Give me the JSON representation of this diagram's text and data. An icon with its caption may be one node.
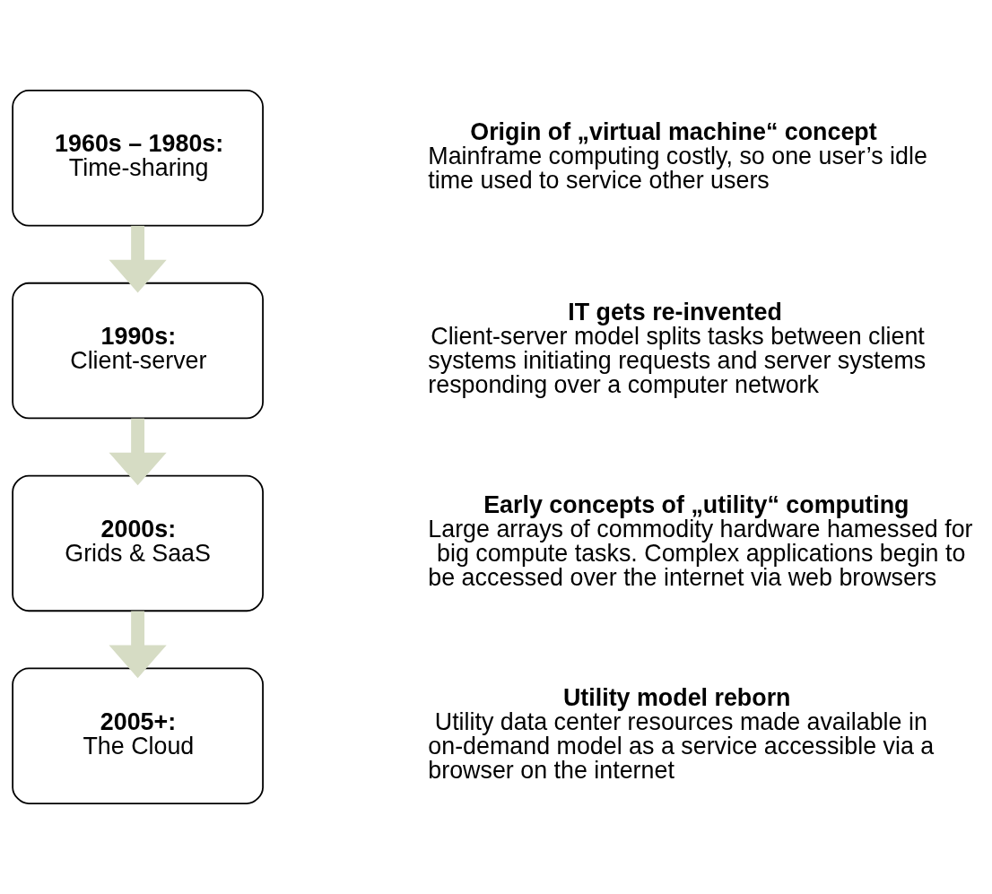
{
  "diagram": {
    "nodes": [
      {
        "text": [
          "1960s – 1980s:",
          "Time-sharing"
        ],
        "beside": [
          "Origin of „virtual machine“ concept",
          "Mainframe computing costly, so one user’s idle time used to service other users"
        ]
      },
      {
        "text": [
          "1990s:",
          "Client-server"
        ],
        "beside": [
          "IT gets re-invented",
          "Client-server model splits tasks between client systems initiating requests and server systems responding over a computer network"
        ]
      },
      {
        "text": [
          "2000s:",
          "Grids & SaaS"
        ],
        "beside": [
          "Early concepts of „utility“ computing",
          "Large arrays of commodity hardware hamessed for big compute tasks. Complex applications begin to be accessed over the internet via web browsers"
        ]
      },
      {
        "text": [
          "2005+:",
          "The Cloud"
        ],
        "beside": [
          "Utility model reborn",
          "Utility data center resources made available in on-demand model as a service accessible via a browser on the internet"
        ]
      }
    ],
    "edges": [
      {
        "from": 0,
        "to": 1,
        "arrow": "to"
      },
      {
        "from": 1,
        "to": 2,
        "arrow": "to"
      },
      {
        "from": 2,
        "to": 3,
        "arrow": "to"
      }
    ]
  }
}
